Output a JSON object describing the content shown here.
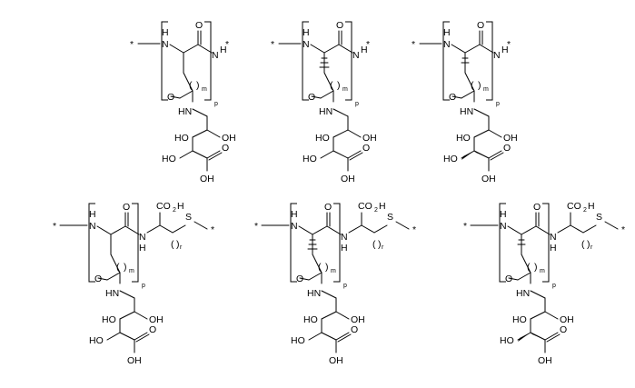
{
  "figure": {
    "structures": [
      {
        "id": "s1",
        "variant": "backbone-plain",
        "stereo": "none"
      },
      {
        "id": "s2",
        "variant": "backbone-plain",
        "stereo": "hashed"
      },
      {
        "id": "s3",
        "variant": "backbone-plain",
        "stereo": "mixed"
      },
      {
        "id": "s4",
        "variant": "backbone-thioether",
        "stereo": "none"
      },
      {
        "id": "s5",
        "variant": "backbone-thioether",
        "stereo": "hashed"
      },
      {
        "id": "s6",
        "variant": "backbone-thioether",
        "stereo": "mixed"
      }
    ]
  },
  "labels": {
    "star": "*",
    "nh_backbone": "N",
    "h": "H",
    "oxygen": "O",
    "nh_amide": "HN",
    "ho": "HO",
    "oh": "OH",
    "m": "m",
    "p": "p",
    "r": "r",
    "sulfur": "S",
    "co2h": "CO",
    "co2h_sub": "2",
    "co2h_h": "H"
  }
}
